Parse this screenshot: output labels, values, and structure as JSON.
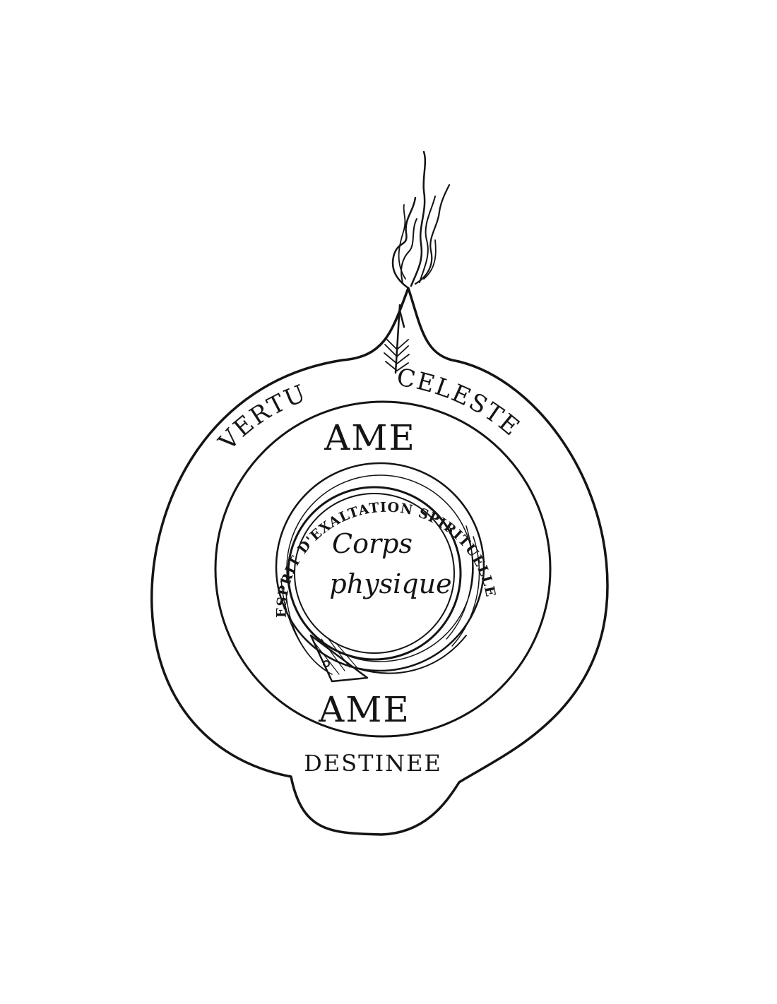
{
  "labels": {
    "vertu": "VERTU",
    "celeste": "CELESTE",
    "ame_top": "AME",
    "ame_bottom": "AME",
    "esprit": "ESPRIT D'EXALTATION SPIRITUELLE",
    "corps_line1": "Corps",
    "corps_line2": "physique",
    "destinee": "DESTINEE"
  },
  "icons": {
    "flame": "flame-icon",
    "arrow": "feathered-arrow-icon",
    "serpent": "serpent-ring-icon"
  },
  "colors": {
    "ink": "#141414",
    "paper": "#ffffff"
  }
}
